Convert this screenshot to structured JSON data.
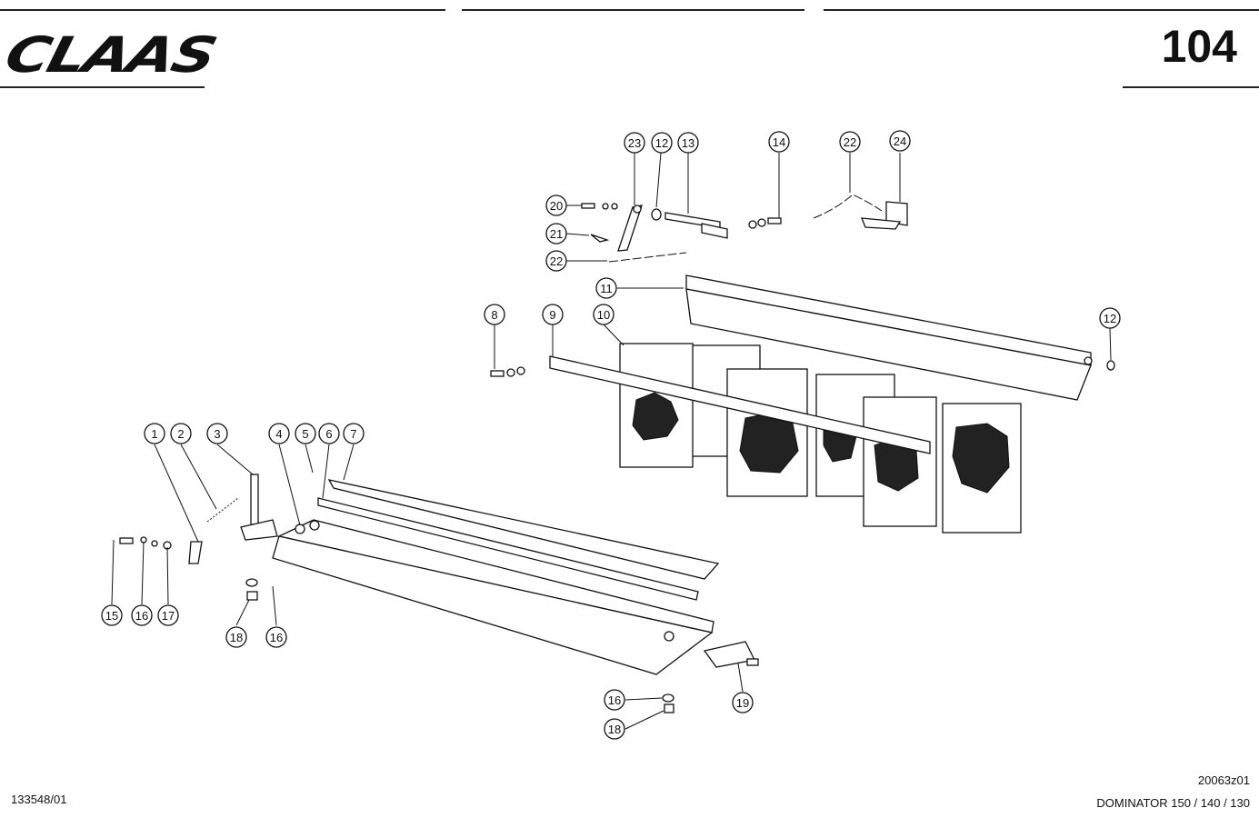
{
  "header": {
    "brand": "CLAAS",
    "page_number": "104"
  },
  "footer": {
    "document_number": "133548/01",
    "drawing_code": "20063z01",
    "model": "DOMINATOR 150 / 140 / 130"
  },
  "callouts": [
    {
      "id": "c23",
      "label": "23"
    },
    {
      "id": "c12a",
      "label": "12"
    },
    {
      "id": "c13",
      "label": "13"
    },
    {
      "id": "c14",
      "label": "14"
    },
    {
      "id": "c22a",
      "label": "22"
    },
    {
      "id": "c24",
      "label": "24"
    },
    {
      "id": "c20",
      "label": "20"
    },
    {
      "id": "c21",
      "label": "21"
    },
    {
      "id": "c22b",
      "label": "22"
    },
    {
      "id": "c11",
      "label": "11"
    },
    {
      "id": "c12b",
      "label": "12"
    },
    {
      "id": "c8",
      "label": "8"
    },
    {
      "id": "c9",
      "label": "9"
    },
    {
      "id": "c10",
      "label": "10"
    },
    {
      "id": "c1",
      "label": "1"
    },
    {
      "id": "c2",
      "label": "2"
    },
    {
      "id": "c3",
      "label": "3"
    },
    {
      "id": "c4",
      "label": "4"
    },
    {
      "id": "c5",
      "label": "5"
    },
    {
      "id": "c6",
      "label": "6"
    },
    {
      "id": "c7",
      "label": "7"
    },
    {
      "id": "c15",
      "label": "15"
    },
    {
      "id": "c16a",
      "label": "16"
    },
    {
      "id": "c17",
      "label": "17"
    },
    {
      "id": "c18a",
      "label": "18"
    },
    {
      "id": "c16b",
      "label": "16"
    },
    {
      "id": "c19",
      "label": "19"
    },
    {
      "id": "c16c",
      "label": "16"
    },
    {
      "id": "c18b",
      "label": "18"
    }
  ]
}
